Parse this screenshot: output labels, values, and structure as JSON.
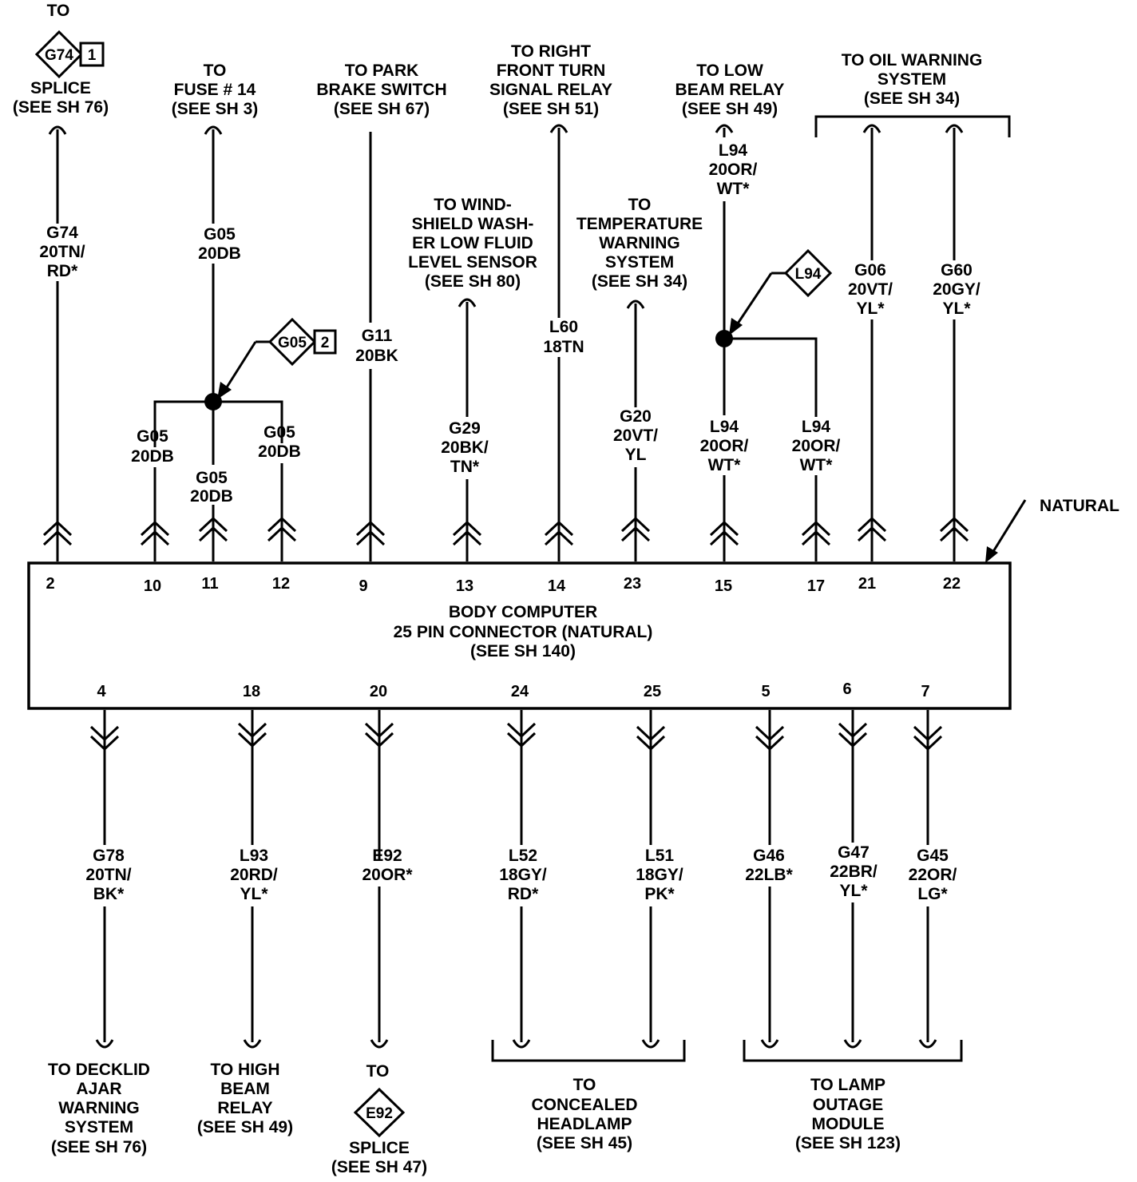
{
  "connector": {
    "line1": "BODY COMPUTER",
    "line2": "25 PIN CONNECTOR (NATURAL)",
    "line3": "(SEE SH 140)",
    "natural_label": "NATURAL"
  },
  "top": {
    "c2": {
      "pin": "2",
      "dest": [
        "TO",
        "",
        "SPLICE",
        "(SEE SH 76)"
      ],
      "wire": [
        "G74",
        "20TN/",
        "RD*"
      ],
      "splice_code": "G74",
      "splice_num": "1"
    },
    "c11": {
      "dest": [
        "TO",
        "FUSE # 14",
        "(SEE SH 3)"
      ],
      "wire": [
        "G05",
        "20DB"
      ],
      "splice_code": "G05",
      "splice_num": "2"
    },
    "c10": {
      "pin": "10",
      "wire": [
        "G05",
        "20DB"
      ]
    },
    "c11b": {
      "pin": "11",
      "wire": [
        "G05",
        "20DB"
      ]
    },
    "c12": {
      "pin": "12",
      "wire": [
        "G05",
        "20DB"
      ]
    },
    "c9": {
      "pin": "9",
      "dest": [
        "TO PARK",
        "BRAKE SWITCH",
        "(SEE SH 67)"
      ],
      "wire": [
        "G11",
        "20BK"
      ]
    },
    "c13": {
      "pin": "13",
      "dest": [
        "TO WIND-",
        "SHIELD WASH-",
        "ER LOW FLUID",
        "LEVEL SENSOR",
        "(SEE SH 80)"
      ],
      "wire": [
        "G29",
        "20BK/",
        "TN*"
      ]
    },
    "c14": {
      "pin": "14",
      "dest": [
        "TO RIGHT",
        "FRONT TURN",
        "SIGNAL RELAY",
        "(SEE SH 51)"
      ],
      "wire": [
        "L60",
        "18TN"
      ]
    },
    "c23": {
      "pin": "23",
      "dest": [
        "TO",
        "TEMPERATURE",
        "WARNING",
        "SYSTEM",
        "(SEE SH 34)"
      ],
      "wire": [
        "G20",
        "20VT/",
        "YL"
      ]
    },
    "c15": {
      "pin": "15",
      "dest": [
        "TO LOW",
        "BEAM RELAY",
        "(SEE SH 49)"
      ],
      "wire_upper": [
        "L94",
        "20OR/",
        "WT*"
      ],
      "wire": [
        "L94",
        "20OR/",
        "WT*"
      ],
      "splice_code": "L94"
    },
    "c17": {
      "pin": "17",
      "wire": [
        "L94",
        "20OR/",
        "WT*"
      ]
    },
    "oil": {
      "dest": [
        "TO OIL WARNING",
        "SYSTEM",
        "(SEE  SH 34)"
      ]
    },
    "c21": {
      "pin": "21",
      "wire": [
        "G06",
        "20VT/",
        "YL*"
      ]
    },
    "c22": {
      "pin": "22",
      "wire": [
        "G60",
        "20GY/",
        "YL*"
      ]
    }
  },
  "bottom": {
    "c4": {
      "pin": "4",
      "wire": [
        "G78",
        "20TN/",
        "BK*"
      ],
      "dest": [
        "TO DECKLID",
        "AJAR",
        "WARNING",
        "SYSTEM",
        "(SEE SH 76)"
      ]
    },
    "c18": {
      "pin": "18",
      "wire": [
        "L93",
        "20RD/",
        "YL*"
      ],
      "dest": [
        "TO HIGH",
        "BEAM",
        "RELAY",
        "(SEE SH 49)"
      ]
    },
    "c20": {
      "pin": "20",
      "wire": [
        "E92",
        "20OR*"
      ],
      "dest": [
        "TO",
        "SPLICE",
        "(SEE SH 47)"
      ],
      "splice_code": "E92"
    },
    "c24": {
      "pin": "24",
      "wire": [
        "L52",
        "18GY/",
        "RD*"
      ]
    },
    "c25": {
      "pin": "25",
      "wire": [
        "L51",
        "18GY/",
        "PK*"
      ]
    },
    "headlamp": {
      "dest": [
        "TO",
        "CONCEALED",
        "HEADLAMP",
        "(SEE SH 45)"
      ]
    },
    "c5": {
      "pin": "5",
      "wire": [
        "G46",
        "22LB*"
      ]
    },
    "c6": {
      "pin": "6",
      "wire": [
        "G47",
        "22BR/",
        "YL*"
      ]
    },
    "c7": {
      "pin": "7",
      "wire": [
        "G45",
        "22OR/",
        "LG*"
      ]
    },
    "lamp": {
      "dest": [
        "TO LAMP",
        "OUTAGE",
        "MODULE",
        "(SEE SH 123)"
      ]
    }
  }
}
